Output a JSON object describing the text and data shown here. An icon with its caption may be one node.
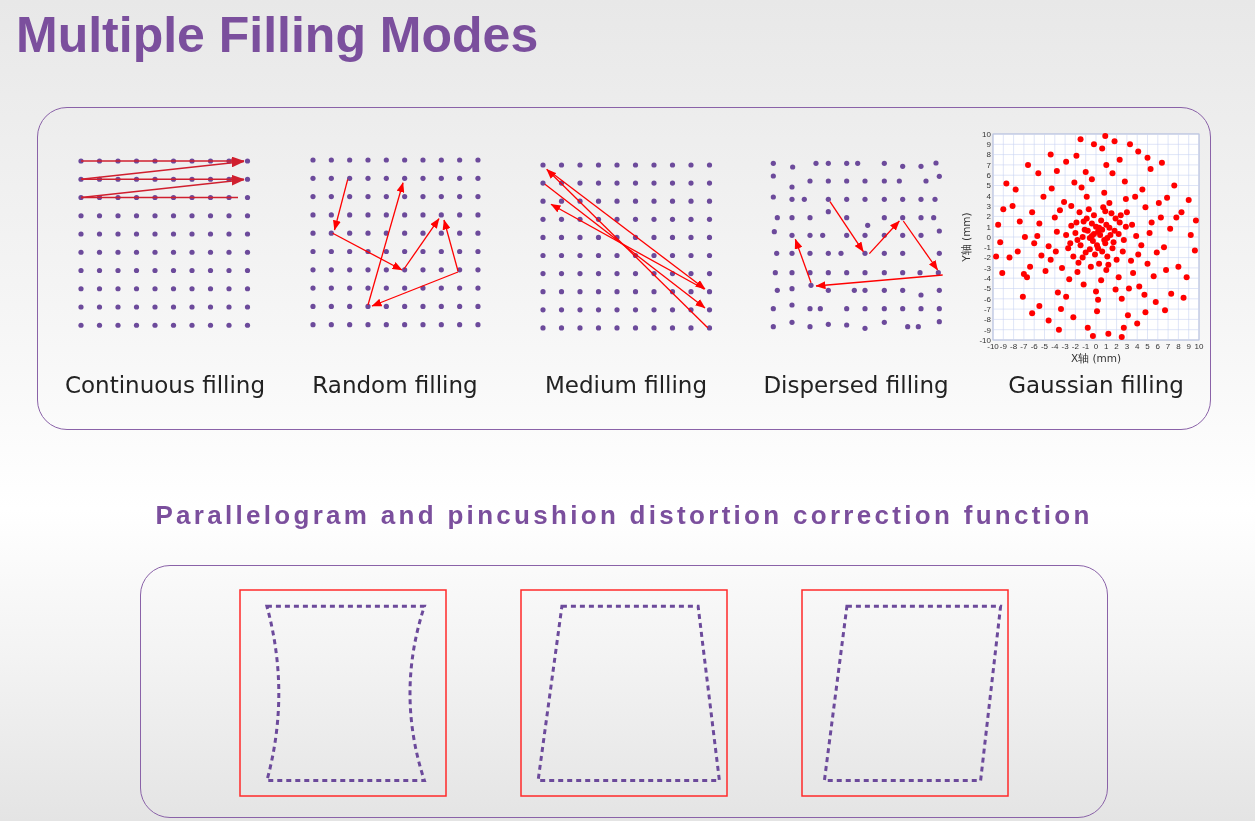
{
  "diagram": {
    "title": "Multiple Filling Modes",
    "nodes": [
      {
        "text": [
          "Continuous filling",
          "Random filling",
          "Medium filling",
          "Dispersed filling",
          "Gaussian filling"
        ]
      }
    ],
    "labels": [
      "Parallelogram and pincushion distortion correction function"
    ],
    "chart_data": {
      "type": "scatter",
      "xlabel": "X轴 (mm)",
      "ylabel": "Y轴 (mm)",
      "grid": true,
      "xlim": [
        -10,
        10
      ],
      "ylim": [
        -10,
        10
      ],
      "xticks": [
        -10,
        -9,
        -8,
        -7,
        -6,
        -5,
        -4,
        -3,
        -2,
        -1,
        0,
        1,
        2,
        3,
        4,
        5,
        6,
        7,
        8,
        9,
        10
      ],
      "yticks": [
        -10,
        -9,
        -8,
        -7,
        -6,
        -5,
        -4,
        -3,
        -2,
        -1,
        0,
        1,
        2,
        3,
        4,
        5,
        6,
        7,
        8,
        9,
        10
      ],
      "x": [
        0.2,
        -0.4,
        0.8,
        -1.1,
        1.3,
        -0.6,
        0.1,
        1.7,
        -1.8,
        0.5,
        -0.2,
        2.2,
        -2.4,
        1.1,
        -1.3,
        0.9,
        -0.9,
        2.6,
        -2.7,
        0.3,
        1.9,
        -1.6,
        2.9,
        -0.5,
        1.4,
        -0.8,
        0.6,
        -1.5,
        0.0,
        1.0,
        -2.0,
        2.0,
        -0.3,
        0.4,
        -1.2,
        1.6,
        -2.2,
        0.7,
        -0.1,
        2.4,
        -2.9,
        1.2,
        -0.7,
        0.3,
        -0.6,
        1.8,
        -1.9,
        0.9,
        -1.0,
        2.7,
        -2.5,
        0.2,
        -0.4,
        1.5,
        -1.7,
        2.3,
        -0.2,
        0.6,
        -1.3,
        1.1,
        3.5,
        -3.8,
        4.1,
        -4.4,
        0.8,
        -1.2,
        2.9,
        -3.1,
        3.6,
        -2.6,
        5.2,
        -5.5,
        1.9,
        -0.4,
        4.8,
        -4.9,
        3.2,
        -2.1,
        5.9,
        -6.0,
        0.2,
        1.6,
        -5.1,
        4.5,
        -3.7,
        5.6,
        -6.2,
        2.5,
        -1.0,
        6.3,
        3.9,
        -4.0,
        0.5,
        -0.9,
        4.4,
        -4.6,
        2.2,
        -2.4,
        3.0,
        -3.3,
        1.3,
        -1.8,
        3.4,
        -3.5,
        5.0,
        -5.3,
        2.8,
        -2.9,
        6.1,
        -6.4,
        4.2,
        -4.3,
        0.0,
        5.4,
        -5.7,
        1.0,
        -1.4,
        3.8,
        -3.9,
        4.7,
        7.2,
        -7.4,
        6.8,
        -7.0,
        2.3,
        -2.9,
        3.1,
        -2.2,
        8.3,
        -8.1,
        8.0,
        -8.4,
        5.3,
        -5.6,
        5.8,
        -5.5,
        0.6,
        -0.8,
        9.2,
        -9.3,
        4.1,
        -4.4,
        4.0,
        -4.6,
        7.6,
        -7.8,
        7.3,
        -7.1,
        1.8,
        -1.5,
        1.2,
        -0.3,
        9.0,
        -9.0,
        8.8,
        -9.1,
        6.4,
        -6.6,
        6.7,
        -6.2,
        3.3,
        -3.6,
        9.6,
        -9.5,
        7.8,
        -6.9,
        6.6,
        -7.6,
        1.0,
        -1.9,
        0.1,
        -3.4,
        2.7,
        5.0,
        -3.8,
        8.5,
        -8.7,
        6.9,
        -6.7,
        4.8,
        0.9,
        -0.2,
        2.5,
        9.7,
        -9.7
      ],
      "series": [
        {
          "color": "#ff0000",
          "values": [
            0.5,
            0.1,
            -0.3,
            0.7,
            0.9,
            -1.2,
            -0.8,
            -0.5,
            -0.3,
            1.6,
            2.1,
            0.3,
            1.1,
            -1.9,
            -2.0,
            2.5,
            1.8,
            -1.4,
            -1.1,
            -2.6,
            1.8,
            2.4,
            1.0,
            -2.9,
            0.2,
            0.6,
            -1.4,
            -0.8,
            1.0,
            1.2,
            0.4,
            -2.2,
            -0.4,
            0.2,
            1.5,
            -1.1,
            -1.9,
            2.9,
            -1.7,
            2.1,
            0.2,
            -2.7,
            2.7,
            0.9,
            -0.1,
            0.6,
            1.4,
            -0.6,
            -1.5,
            -0.3,
            -0.6,
            -1.1,
            1.3,
            2.3,
            -2.5,
            1.4,
            0.3,
            0.7,
            0.0,
            -0.1,
            1.2,
            0.5,
            -1.7,
            -2.2,
            4.3,
            -4.6,
            3.7,
            3.4,
            -3.5,
            -4.1,
            0.4,
            1.3,
            -5.1,
            5.6,
            2.9,
            -3.3,
            -5.0,
            5.3,
            -1.5,
            -0.6,
            -6.1,
            6.2,
            3.9,
            4.6,
            -5.4,
            -3.8,
            2.4,
            -6.0,
            6.3,
            1.9,
            0.1,
            1.9,
            -4.2,
            3.9,
            -0.8,
            -0.9,
            -3.9,
            3.0,
            2.4,
            -3.0,
            3.3,
            -3.4,
            -2.3,
            2.6,
            -2.6,
            -1.8,
            5.4,
            -5.8,
            3.3,
            -2.9,
            -4.8,
            4.7,
            -5.3,
            1.4,
            0.1,
            -3.2,
            4.8,
            3.9,
            -1.4,
            -5.6,
            0.8,
            1.5,
            -3.2,
            -3.6,
            7.5,
            7.3,
            -7.6,
            -7.8,
            2.4,
            3.0,
            -2.9,
            -2.0,
            6.6,
            6.2,
            -6.3,
            -6.7,
            8.6,
            -8.8,
            0.2,
            -0.5,
            8.3,
            8.0,
            -8.4,
            -8.1,
            5.0,
            4.6,
            -5.5,
            -5.8,
            9.3,
            9.5,
            -9.4,
            -9.6,
            3.6,
            2.7,
            -3.9,
            -3.5,
            7.2,
            7.0,
            -7.1,
            -7.4,
            9.0,
            -9.0,
            -1.3,
            1.2,
            1.9,
            0.0,
            -1.0,
            -1.4,
            7.0,
            7.9,
            -7.2,
            -7.0,
            -8.8,
            7.7,
            6.4,
            -5.9,
            5.2,
            3.8,
            -3.9,
            -7.3,
            9.8,
            9.0,
            -9.7,
            1.6,
            -1.9
          ]
        }
      ]
    }
  }
}
